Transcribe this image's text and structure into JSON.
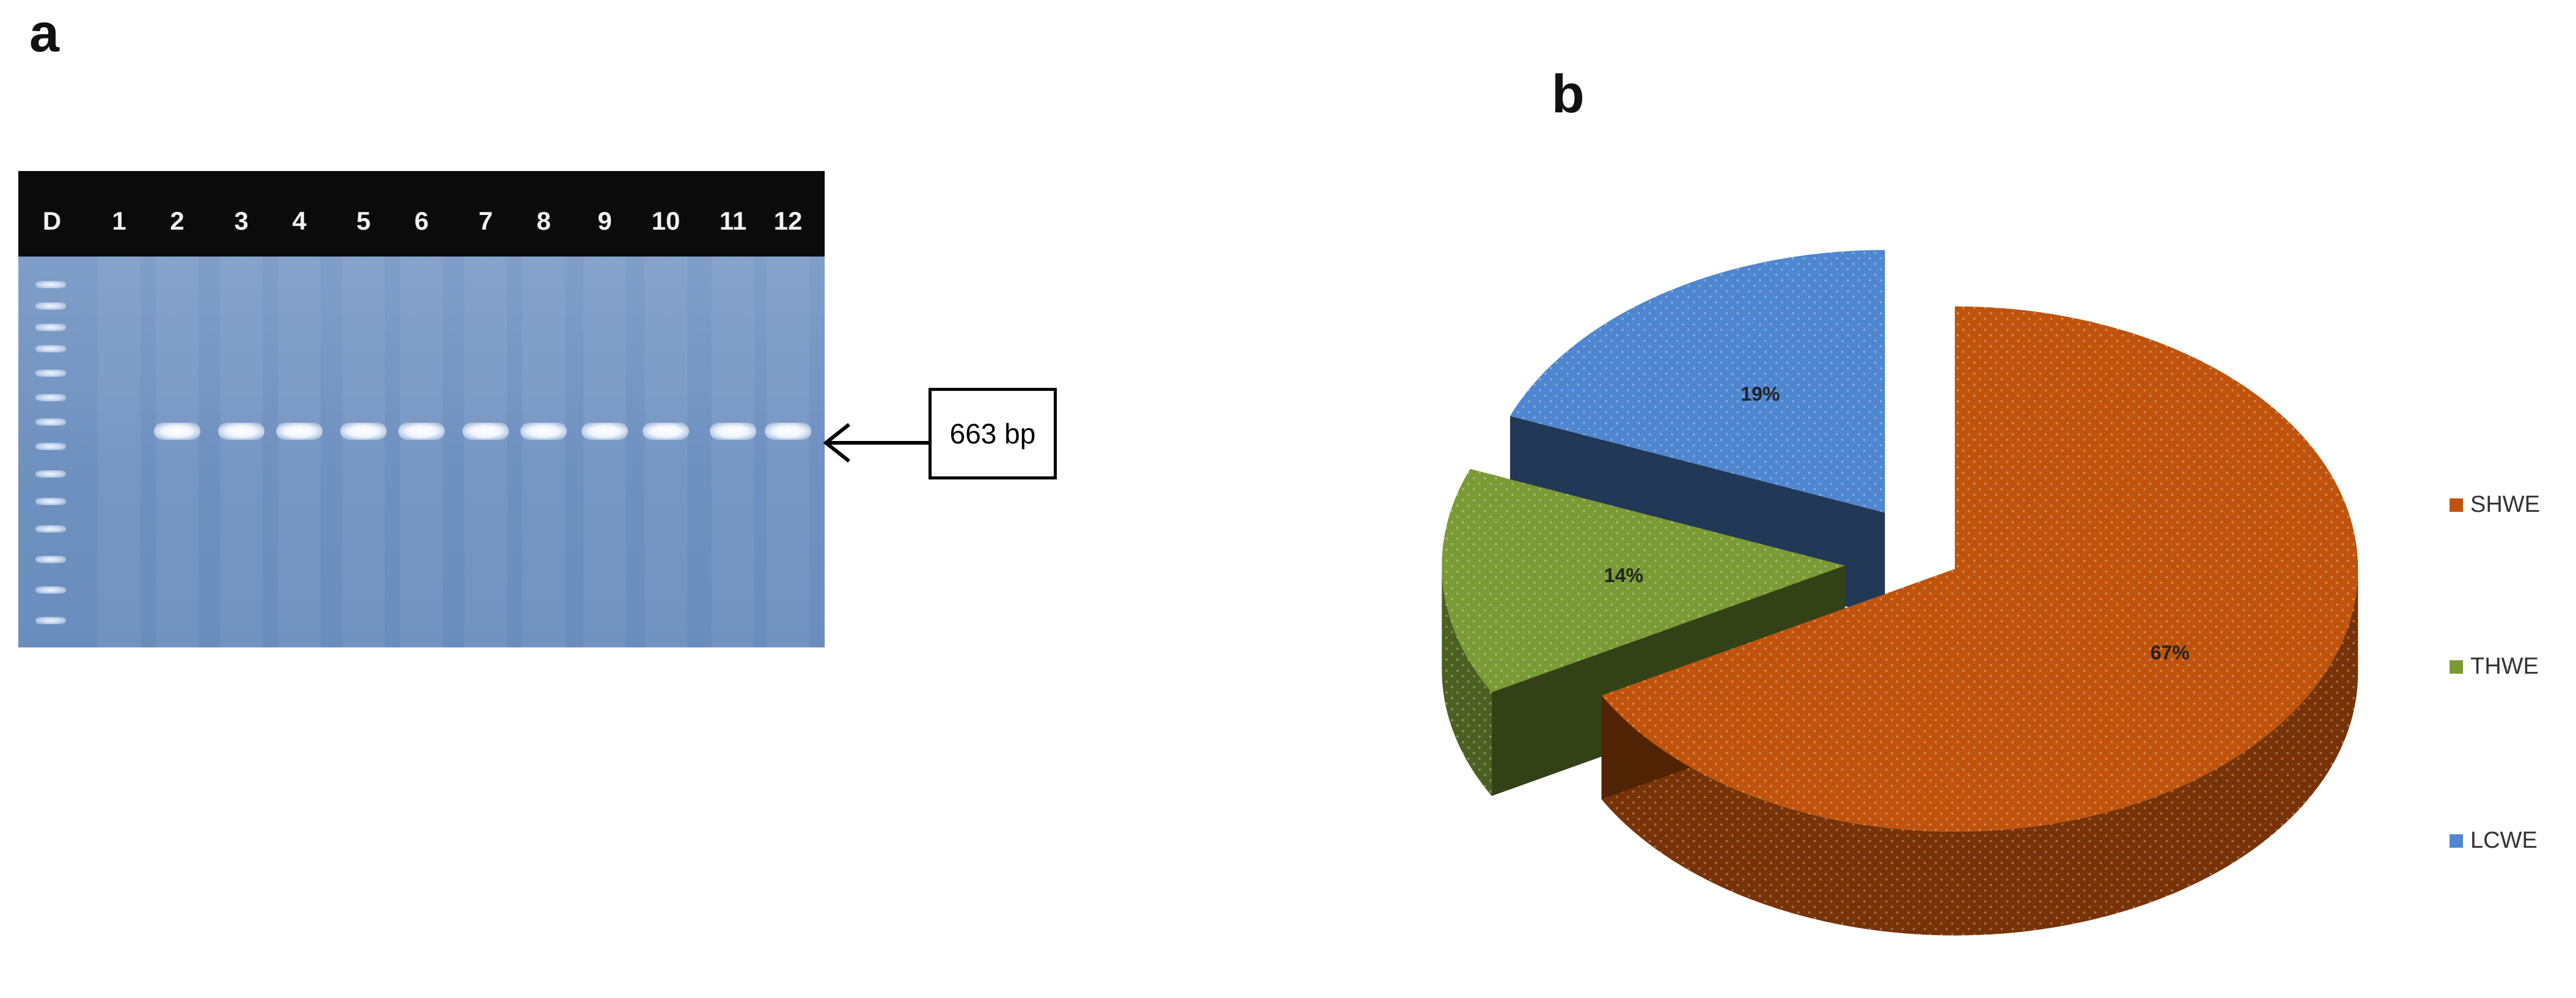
{
  "panel_a": {
    "label": "a",
    "lanes": [
      "D",
      "1",
      "2",
      "3",
      "4",
      "5",
      "6",
      "7",
      "8",
      "9",
      "10",
      "11",
      "12"
    ],
    "size_marker": "663 bp"
  },
  "panel_b": {
    "label": "b"
  },
  "chart_data": {
    "type": "pie",
    "style": "3d-exploded",
    "slices": [
      {
        "name": "SHWE",
        "value": 67,
        "label": "67%",
        "color": "#c0530c"
      },
      {
        "name": "THWE",
        "value": 14,
        "label": "14%",
        "color": "#7a9a35"
      },
      {
        "name": "LCWE",
        "value": 19,
        "label": "19%",
        "color": "#4f86d0"
      }
    ],
    "legend": [
      "SHWE",
      "THWE",
      "LCWE"
    ],
    "legend_position": "right"
  }
}
